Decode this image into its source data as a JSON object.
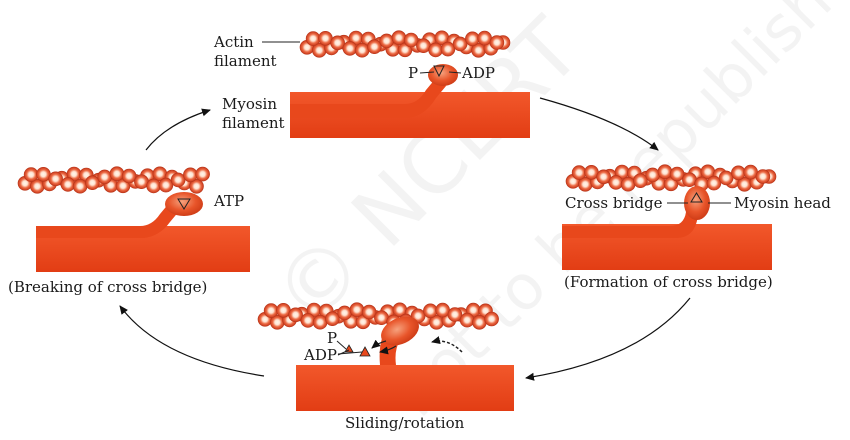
{
  "panels": {
    "top": {
      "actin_label_1": "Actin",
      "actin_label_2": "filament",
      "myosin_label_1": "Myosin",
      "myosin_label_2": "filament",
      "p_label": "P",
      "adp_label": "ADP"
    },
    "left": {
      "atp_label": "ATP",
      "caption": "(Breaking of cross bridge)"
    },
    "right": {
      "cross_bridge_label": "Cross bridge",
      "myosin_head_label": "Myosin head",
      "caption": "(Formation of cross bridge)"
    },
    "bottom": {
      "p_label": "P",
      "adp_label": "ADP",
      "caption": "Sliding/rotation"
    }
  },
  "watermark": {
    "line_1": "© NCERT",
    "line_2": "not to be republished"
  },
  "colors": {
    "myosin": "#ee4a1e",
    "actin_bead": "#e0502c",
    "bead_center": "#fff4e6",
    "arrow": "#111111"
  }
}
